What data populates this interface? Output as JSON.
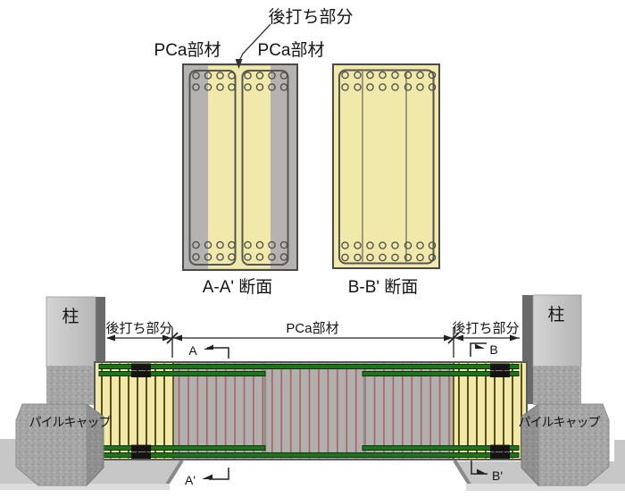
{
  "colors": {
    "outline": "#4a4a4a",
    "pca_gray": "#b5b3b2",
    "postcast_yellow": "#f0e9a9",
    "beam_gray": "#b1b0af",
    "stirrup_red": "#aa6262",
    "stirrup_dark": "#5d4e13",
    "joint_gray": "#8e8e8e",
    "rebar_green": "#1e741e",
    "rebar_green_dark": "#0c330c",
    "coupler_black": "#141414",
    "column_light": "#c9c9c9",
    "column_dark": "#6a6a6a",
    "slab_gray": "#c7c7c7",
    "slab_light": "#dcdcdc",
    "slab_edge_dark": "#8a8a8a"
  },
  "top_view": {
    "postcast_label": "後打ち部分",
    "pca_label_left": "PCa部材",
    "pca_label_right": "PCa部材",
    "section_a_label": "A-A' 断面",
    "section_b_label": "B-B' 断面",
    "a_section": {
      "rows_y": [
        84.5,
        97.5,
        274,
        287.5
      ],
      "left_circles_x": [
        219.5,
        233,
        246.5,
        259.5
      ],
      "right_circles_x": [
        277.5,
        291,
        304.5,
        318
      ]
    },
    "b_section": {
      "rows_y": [
        84,
        97.5,
        274.5,
        288
      ],
      "circles_x": [
        386.5,
        400.5,
        414.5,
        428.5,
        442.5,
        457,
        470.5,
        484
      ],
      "dividers_x": [
        406,
        455
      ]
    }
  },
  "elevation": {
    "column_left_label": "柱",
    "column_right_label": "柱",
    "pilecap_left_label": "パイルキャップ",
    "pilecap_right_label": "パイルキャップ",
    "dim_left_label": "後打ち部分",
    "dim_center_label": "PCa部材",
    "dim_right_label": "後打ち部分",
    "mark_a": "A",
    "mark_a_prime": "A'",
    "mark_b": "B",
    "mark_b_prime": "B'",
    "stirrups": {
      "yellow_left_x": [
        114,
        124,
        134,
        144,
        154,
        164,
        174,
        184
      ],
      "yellow_right_x": [
        514,
        524,
        534,
        544,
        554,
        564,
        574,
        584
      ],
      "red": {
        "start": 200.5,
        "end": 503,
        "count": 30
      },
      "joints_x": [
        297,
        408
      ],
      "y_top": 406.5,
      "y_bottom": 512.5
    }
  }
}
